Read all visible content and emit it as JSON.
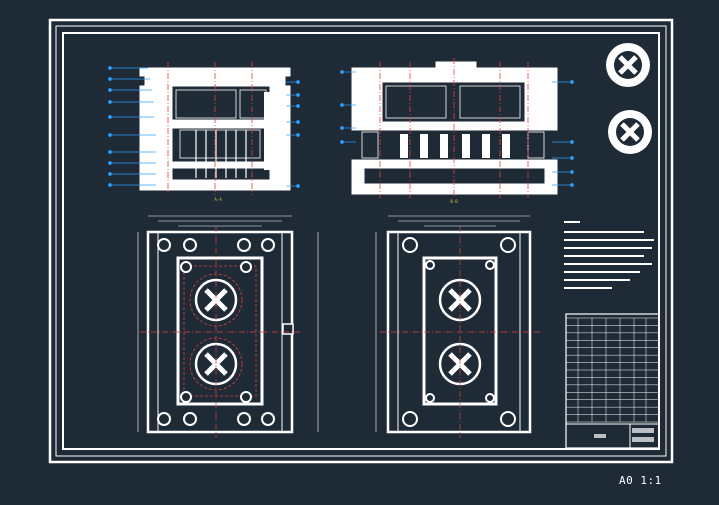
{
  "drawing": {
    "scale_label": "A0 1:1",
    "background_color": "#1e2a36",
    "line_color": "#ffffff",
    "centerline_color": "#e04040",
    "leader_color": "#2aa0ff",
    "section_label_color": "#e0c040",
    "views": [
      {
        "name": "section-view-left",
        "caption": "A-A"
      },
      {
        "name": "section-view-right",
        "caption": "B-B"
      },
      {
        "name": "plan-view-left",
        "caption": ""
      },
      {
        "name": "plan-view-right",
        "caption": ""
      }
    ],
    "part_previews": [
      "part-3d-preview-top",
      "part-3d-preview-bottom"
    ],
    "notes_heading": "",
    "title_block": {
      "row_count": 14
    }
  }
}
